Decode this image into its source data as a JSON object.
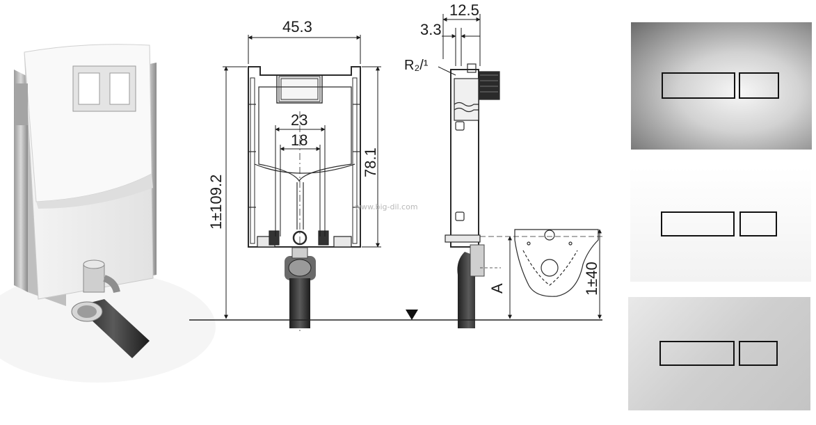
{
  "dimensions": {
    "frame_width": "45.3",
    "outer_spacing": "23",
    "inner_spacing": "18",
    "total_height": "1±109.2",
    "cistern_height": "78.1",
    "depth": "12.5",
    "offset": "3.3",
    "inlet": "R₂/¹",
    "bowl_height": "1±40",
    "variable_height": "A"
  },
  "watermark": "www.big-dil.com",
  "flush_plates": [
    {
      "finish": "mirror-chrome"
    },
    {
      "finish": "white"
    },
    {
      "finish": "satin-chrome"
    }
  ]
}
